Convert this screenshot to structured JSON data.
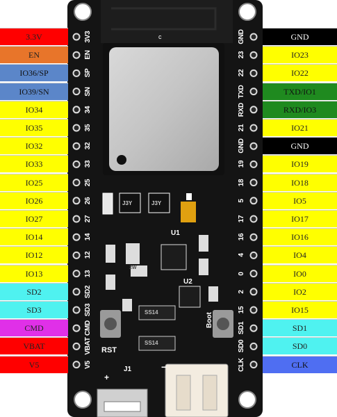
{
  "board": {
    "module_logo": "c",
    "u1": "U1",
    "u2": "U2",
    "j1": "J1",
    "rst": "RST",
    "boot": "Boot",
    "chip_ss14_a": "SS14",
    "chip_ss14_b": "SS14",
    "chip_j3y_a": "J3Y",
    "chip_j3y_b": "J3Y",
    "plus": "+",
    "minus": "−",
    "cap_mark": "2W"
  },
  "left_pins": [
    {
      "silk": "3V3",
      "label": "3.3V",
      "color": "#ff0000",
      "text_color": "#222222"
    },
    {
      "silk": "EN",
      "label": "EN",
      "color": "#e8752a",
      "text_color": "#222222"
    },
    {
      "silk": "SP",
      "label": "IO36/SP",
      "color": "#5b86c9",
      "text_color": "#111111"
    },
    {
      "silk": "SN",
      "label": "IO39/SN",
      "color": "#5b86c9",
      "text_color": "#111111"
    },
    {
      "silk": "34",
      "label": "IO34",
      "color": "#ffff00",
      "text_color": "#222222"
    },
    {
      "silk": "35",
      "label": "IO35",
      "color": "#ffff00",
      "text_color": "#222222"
    },
    {
      "silk": "32",
      "label": "IO32",
      "color": "#ffff00",
      "text_color": "#222222"
    },
    {
      "silk": "33",
      "label": "IO33",
      "color": "#ffff00",
      "text_color": "#222222"
    },
    {
      "silk": "25",
      "label": "IO25",
      "color": "#ffff00",
      "text_color": "#222222"
    },
    {
      "silk": "26",
      "label": "IO26",
      "color": "#ffff00",
      "text_color": "#222222"
    },
    {
      "silk": "27",
      "label": "IO27",
      "color": "#ffff00",
      "text_color": "#222222"
    },
    {
      "silk": "14",
      "label": "IO14",
      "color": "#ffff00",
      "text_color": "#222222"
    },
    {
      "silk": "12",
      "label": "IO12",
      "color": "#ffff00",
      "text_color": "#222222"
    },
    {
      "silk": "13",
      "label": "IO13",
      "color": "#ffff00",
      "text_color": "#222222"
    },
    {
      "silk": "SD2",
      "label": "SD2",
      "color": "#4ff2f0",
      "text_color": "#222222"
    },
    {
      "silk": "SD3",
      "label": "SD3",
      "color": "#4ff2f0",
      "text_color": "#222222"
    },
    {
      "silk": "CMD",
      "label": "CMD",
      "color": "#e030e8",
      "text_color": "#222222"
    },
    {
      "silk": "VBAT",
      "label": "VBAT",
      "color": "#ff0000",
      "text_color": "#222222"
    },
    {
      "silk": "V5",
      "label": "V5",
      "color": "#ff0000",
      "text_color": "#222222"
    }
  ],
  "right_pins": [
    {
      "silk": "GND",
      "label": "GND",
      "color": "#000000",
      "text_color": "#ffffff"
    },
    {
      "silk": "23",
      "label": "IO23",
      "color": "#ffff00",
      "text_color": "#222222"
    },
    {
      "silk": "22",
      "label": "IO22",
      "color": "#ffff00",
      "text_color": "#222222"
    },
    {
      "silk": "TXD",
      "label": "TXD/IO1",
      "color": "#1f8a1f",
      "text_color": "#111111"
    },
    {
      "silk": "RXD",
      "label": "RXD/IO3",
      "color": "#1f8a1f",
      "text_color": "#111111"
    },
    {
      "silk": "21",
      "label": "IO21",
      "color": "#ffff00",
      "text_color": "#222222"
    },
    {
      "silk": "GND",
      "label": "GND",
      "color": "#000000",
      "text_color": "#ffffff"
    },
    {
      "silk": "19",
      "label": "IO19",
      "color": "#ffff00",
      "text_color": "#222222"
    },
    {
      "silk": "18",
      "label": "IO18",
      "color": "#ffff00",
      "text_color": "#222222"
    },
    {
      "silk": "5",
      "label": "IO5",
      "color": "#ffff00",
      "text_color": "#222222"
    },
    {
      "silk": "17",
      "label": "IO17",
      "color": "#ffff00",
      "text_color": "#222222"
    },
    {
      "silk": "16",
      "label": "IO16",
      "color": "#ffff00",
      "text_color": "#222222"
    },
    {
      "silk": "4",
      "label": "IO4",
      "color": "#ffff00",
      "text_color": "#222222"
    },
    {
      "silk": "0",
      "label": "IO0",
      "color": "#ffff00",
      "text_color": "#222222"
    },
    {
      "silk": "2",
      "label": "IO2",
      "color": "#ffff00",
      "text_color": "#222222"
    },
    {
      "silk": "15",
      "label": "IO15",
      "color": "#ffff00",
      "text_color": "#222222"
    },
    {
      "silk": "SD1",
      "label": "SD1",
      "color": "#4ff2f0",
      "text_color": "#222222"
    },
    {
      "silk": "SD0",
      "label": "SD0",
      "color": "#4ff2f0",
      "text_color": "#222222"
    },
    {
      "silk": "CLK",
      "label": "CLK",
      "color": "#4f6ef2",
      "text_color": "#111111"
    }
  ]
}
